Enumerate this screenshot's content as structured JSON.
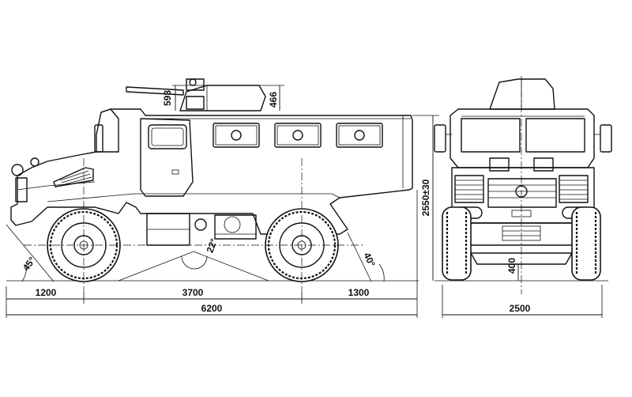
{
  "dimensions": {
    "front_overhang": "1200",
    "wheelbase": "3700",
    "rear_overhang": "1300",
    "overall_length": "6200",
    "overall_width": "2500",
    "overall_height": "2550±30",
    "ground_clearance": "400",
    "turret_height": "593",
    "turret_offset": "466",
    "approach_angle": "45°",
    "departure_angle": "40°",
    "ramp_angle": "22°"
  }
}
